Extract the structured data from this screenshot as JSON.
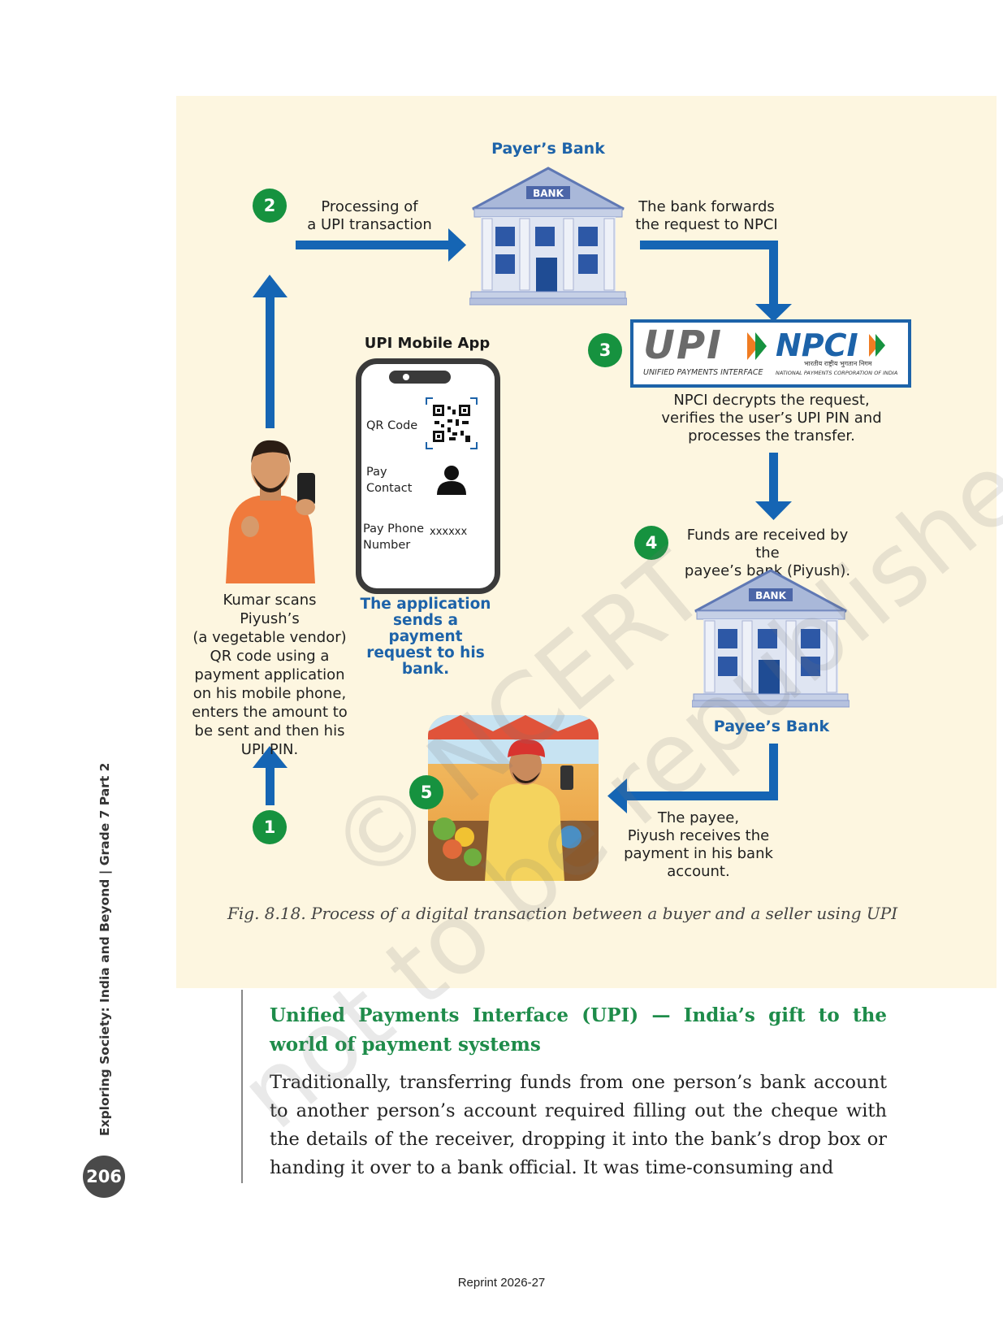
{
  "figure": {
    "payers_bank_title": "Payer’s Bank",
    "payees_bank_title": "Payee’s Bank",
    "bank_sign": "BANK",
    "steps": [
      {
        "num": "1"
      },
      {
        "num": "2",
        "text_line1": "Processing of",
        "text_line2": "a UPI transaction"
      },
      {
        "num": "3"
      },
      {
        "num": "4",
        "text_line1": "Funds are received by the",
        "text_line2": "payee’s bank (Piyush)."
      },
      {
        "num": "5"
      }
    ],
    "bank_forwards_line1": "The bank forwards",
    "bank_forwards_line2": "the request to NPCI",
    "npci_desc_line1": "NPCI decrypts the request,",
    "npci_desc_line2": "verifies the user’s UPI PIN and",
    "npci_desc_line3": "processes the transfer.",
    "upi_logo": "UPI",
    "upi_subtitle": "UNIFIED PAYMENTS INTERFACE",
    "npci_logo": "NPCI",
    "npci_hindi": "भारतीय राष्ट्रीय भुगतान निगम",
    "npci_subtitle": "NATIONAL PAYMENTS CORPORATION OF INDIA",
    "app_title": "UPI Mobile App",
    "app_qr_label": "QR Code",
    "app_pay_contact_1": "Pay",
    "app_pay_contact_2": "Contact",
    "app_pay_phone_1": "Pay Phone",
    "app_pay_phone_2": "Number",
    "app_phone_mask": "xxxxxx",
    "app_note_1": "The application",
    "app_note_2": "sends a payment",
    "app_note_3": "request to his",
    "app_note_4": "bank.",
    "kumar_lines": [
      "Kumar scans Piyush’s",
      "(a vegetable vendor)",
      "QR code using a",
      "payment application",
      "on his mobile phone,",
      "enters the amount to",
      "be sent and then his",
      "UPI PIN."
    ],
    "payee_lines": [
      "The payee,",
      "Piyush receives the",
      "payment in his bank",
      "account."
    ],
    "caption": "Fig. 8.18. Process of a digital transaction between a buyer and a seller using UPI",
    "colors": {
      "arrow": "#1565b4",
      "step_circle": "#16923f",
      "panel_bg": "#fdf6e0",
      "bank_blue": "#1d63a9",
      "heading_green": "#1e8c4a"
    }
  },
  "section": {
    "title": "Unified Payments Interface (UPI) — India’s gift to the world of payment systems",
    "body": "Traditionally, transferring funds from one person’s bank account to another person’s account required filling out the cheque with the details of the receiver, dropping it into the bank’s drop box or handing it over to a bank official. It was time-consuming and"
  },
  "sidebar": {
    "book_title": "Exploring Society: India and Beyond | Grade 7 Part 2",
    "page_number": "206"
  },
  "watermark": {
    "line1": "© NCERT",
    "line2": "not to be republished"
  },
  "footer": {
    "reprint": "Reprint 2026-27"
  }
}
